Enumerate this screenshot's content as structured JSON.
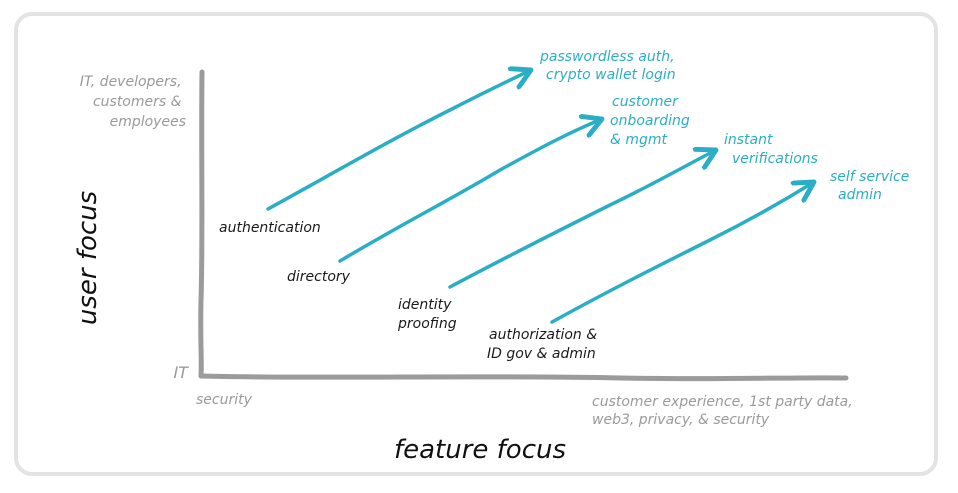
{
  "colors": {
    "accent": "#2aaec6",
    "axis": "#9b9b9b",
    "muted_text": "#9a9a9a",
    "dark_text": "#1a1a1a"
  },
  "axes": {
    "y_title": "user focus",
    "x_title": "feature focus",
    "y_top_label": [
      "IT, developers,",
      "customers &",
      "employees"
    ],
    "y_bottom_label": "IT",
    "x_left_label": "security",
    "x_right_label": [
      "customer experience, 1st party data,",
      "web3, privacy, & security"
    ]
  },
  "items": [
    {
      "from": "authentication",
      "to": [
        "passwordless auth,",
        "crypto wallet login"
      ]
    },
    {
      "from": "directory",
      "to": [
        "customer",
        "onboarding",
        "& mgmt"
      ]
    },
    {
      "from": [
        "identity",
        "proofing"
      ],
      "to": [
        "instant",
        "verifications"
      ]
    },
    {
      "from": [
        "authorization &",
        "ID gov & admin"
      ],
      "to": [
        "self service",
        "admin"
      ]
    }
  ]
}
